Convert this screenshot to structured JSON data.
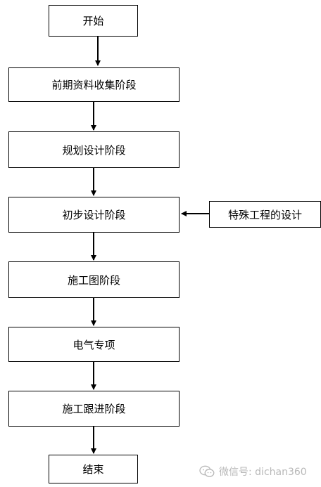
{
  "flowchart": {
    "steps": [
      "开始",
      "前期资料收集阶段",
      "规划设计阶段",
      "初步设计阶段",
      "施工图阶段",
      "电气专项",
      "施工跟进阶段",
      "结束"
    ],
    "side_input": "特殊工程的设计",
    "side_input_target_step": "初步设计阶段"
  },
  "watermark": {
    "text": "微信号: dichan360"
  },
  "colors": {
    "line": "#000000",
    "box_border": "#000000",
    "text": "#000000",
    "watermark": "#b8b8b8"
  }
}
